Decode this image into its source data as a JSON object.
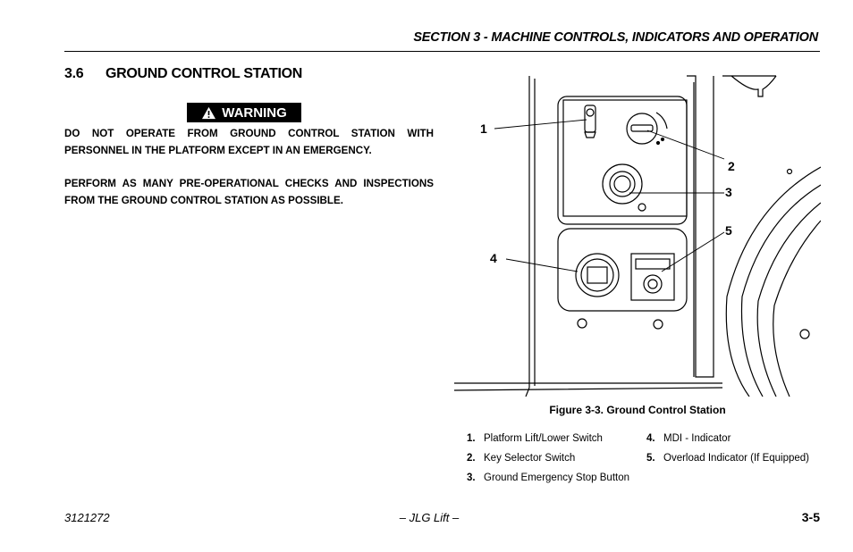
{
  "header": {
    "section": "SECTION 3 - MACHINE CONTROLS, INDICATORS AND OPERATION"
  },
  "section": {
    "number": "3.6",
    "title": "GROUND CONTROL STATION"
  },
  "warning": {
    "label": "WARNING",
    "icon": "warning-triangle-icon",
    "paragraphs": [
      "DO NOT OPERATE FROM GROUND CONTROL STATION WITH PERSONNEL IN THE PLATFORM EXCEPT IN AN EMERGENCY.",
      "PERFORM AS MANY PRE-OPERATIONAL CHECKS AND INSPECTIONS FROM THE GROUND CONTROL STATION AS POSSIBLE."
    ]
  },
  "figure": {
    "callouts": [
      "1",
      "2",
      "3",
      "4",
      "5"
    ],
    "caption": "Figure 3-3. Ground Control Station"
  },
  "legend": [
    {
      "num": "1.",
      "text": "Platform Lift/Lower Switch"
    },
    {
      "num": "2.",
      "text": "Key Selector Switch"
    },
    {
      "num": "3.",
      "text": "Ground Emergency Stop Button"
    },
    {
      "num": "4.",
      "text": "MDI - Indicator"
    },
    {
      "num": "5.",
      "text": "Overload Indicator (If Equipped)"
    }
  ],
  "footer": {
    "doc_number": "3121272",
    "brand": "– JLG Lift –",
    "page": "3-5"
  }
}
